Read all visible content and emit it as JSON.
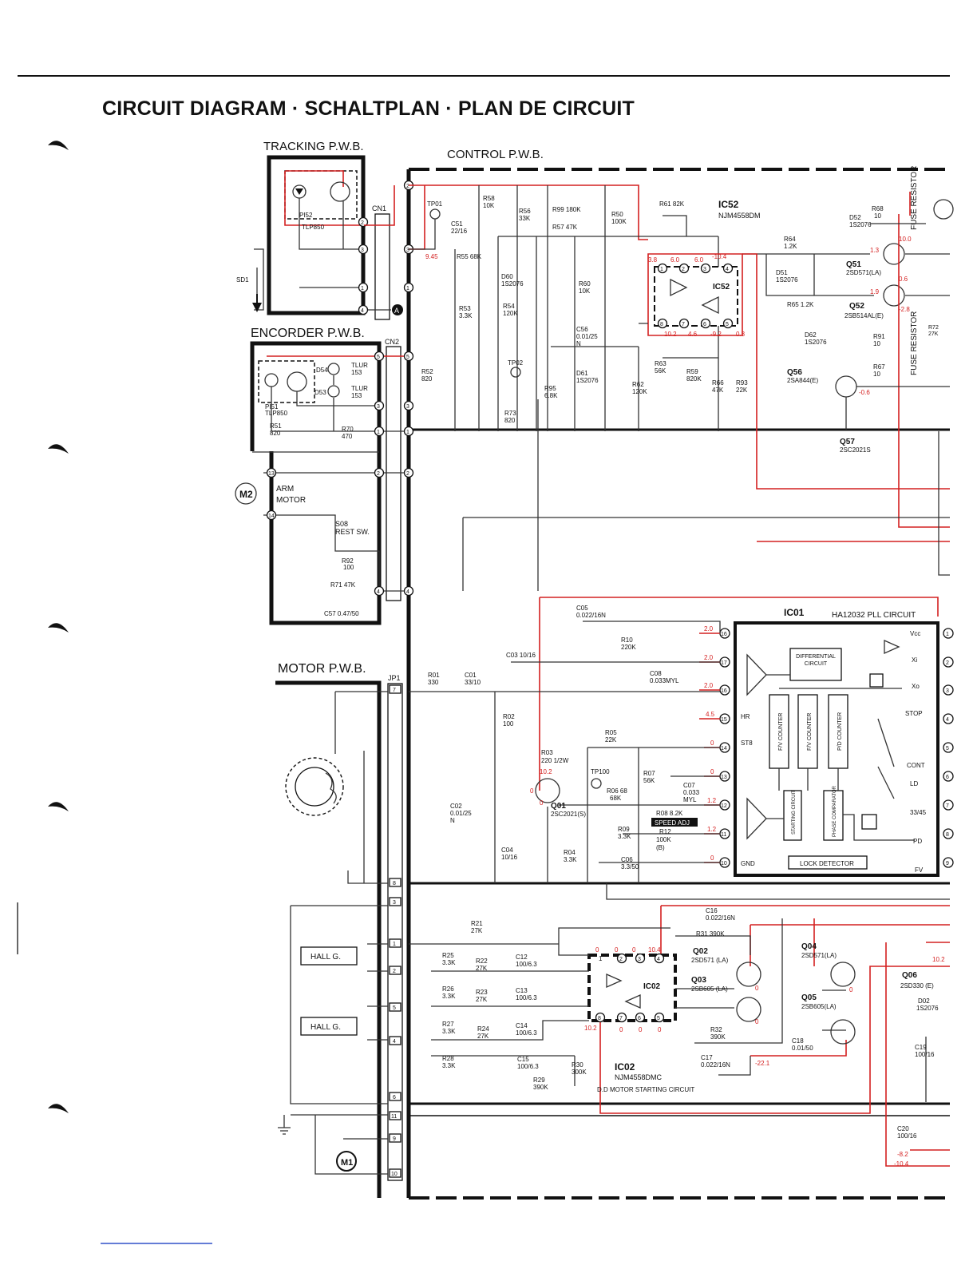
{
  "title": "CIRCUIT DIAGRAM · SCHALTPLAN · PLAN DE CIRCUIT",
  "boards": {
    "tracking": "TRACKING P.W.B.",
    "control": "CONTROL P.W.B.",
    "encoder": "ENCORDER P.W.B.",
    "motor": "MOTOR P.W.B."
  },
  "connectors": {
    "cn1": "CN1",
    "cn2": "CN2",
    "jp1": "JP1",
    "marker_a": "A"
  },
  "ics": {
    "ic52": {
      "ref": "IC52",
      "part": "NJM4558DM",
      "inner": "IC52"
    },
    "ic01": {
      "ref": "IC01",
      "part": "HA12032 PLL CIRCUIT",
      "blocks": [
        "DIFFERENTIAL CIRCUIT",
        "F/V COUNTER",
        "F/V COUNTER",
        "P/D COUNTER",
        "STARTING CIRCUIT",
        "PHASE COMPARATOR",
        "LOCK DETECTOR"
      ],
      "pin_labels": [
        "Vcc",
        "Xi",
        "Xo",
        "STOP",
        "CONT",
        "LD",
        "33/45",
        "PD",
        "FV",
        "HR",
        "ST8",
        "GND"
      ]
    },
    "ic02": {
      "ref": "IC02",
      "part": "NJM4558DMC",
      "desc": "D.D MOTOR STARTING CIRCUIT",
      "inner": "IC02"
    }
  },
  "transistors": [
    {
      "ref": "Q51",
      "part": "2SD571(LA)"
    },
    {
      "ref": "Q52",
      "part": "2SB514AL(E)"
    },
    {
      "ref": "Q56",
      "part": "2SA844(E)"
    },
    {
      "ref": "Q57",
      "part": "2SC2021S"
    },
    {
      "ref": "Q01",
      "part": "2SC2021(S)"
    },
    {
      "ref": "Q02",
      "part": "2SD571 (LA)"
    },
    {
      "ref": "Q03",
      "part": "2SB605 (LA)"
    },
    {
      "ref": "Q04",
      "part": "2SD571(LA)"
    },
    {
      "ref": "Q05",
      "part": "2SB605(LA)"
    },
    {
      "ref": "Q06",
      "part": "2SD330 (E)"
    }
  ],
  "parts": {
    "pi52": [
      "PI52",
      "TLP850"
    ],
    "pi51": [
      "PI51",
      "TLP850"
    ],
    "d54": [
      "D54",
      "TLUR",
      "153"
    ],
    "d53": [
      "D53",
      "TLUR",
      "153"
    ],
    "r51": [
      "R51",
      "820"
    ],
    "r70": [
      "R70",
      "470"
    ],
    "sd1": "SD1",
    "m2": "M2",
    "arm_motor": [
      "ARM",
      "MOTOR"
    ],
    "s08": [
      "S08",
      "REST SW."
    ],
    "r92": [
      "R92",
      "100"
    ],
    "r71": "R71 47K",
    "c57": "C57 0.47/50",
    "tp01": "TP01",
    "r58": [
      "R58",
      "10K"
    ],
    "c51": [
      "C51",
      "22/16"
    ],
    "r56": [
      "R56",
      "33K"
    ],
    "r99": "R99 180K",
    "r57": "R57 47K",
    "r50": [
      "R50",
      "100K"
    ],
    "r55": "R55 68K",
    "d60": [
      "D60",
      "1S2076"
    ],
    "r53": [
      "R53",
      "3.3K"
    ],
    "r54": [
      "R54",
      "120K"
    ],
    "r60": [
      "R60",
      "10K"
    ],
    "c56": [
      "C56",
      "0.01/25",
      "N"
    ],
    "r52": [
      "R52",
      "820"
    ],
    "tp02": "TP02",
    "r95": [
      "R95",
      "6.8K"
    ],
    "r73": [
      "R73",
      "820"
    ],
    "d61": [
      "D61",
      "1S2076"
    ],
    "r62": [
      "R62",
      "120K"
    ],
    "r61": "R61 82K",
    "r64": [
      "R64",
      "1.2K"
    ],
    "d51": [
      "D51",
      "1S2076"
    ],
    "r65": "R65 1.2K",
    "r63": [
      "R63",
      "56K"
    ],
    "r59": [
      "R59",
      "820K"
    ],
    "r66": [
      "R66",
      "47K"
    ],
    "r93": [
      "R93",
      "22K"
    ],
    "d62": [
      "D62",
      "1S2076"
    ],
    "d52": [
      "D52",
      "1S2076"
    ],
    "r68": [
      "R68",
      "10"
    ],
    "r91": [
      "R91",
      "10"
    ],
    "r67": [
      "R67",
      "10"
    ],
    "r72": [
      "R72",
      "27K"
    ],
    "fuse_resistor": "FUSE RESISTOR",
    "c05": [
      "C05",
      "0.022/16N"
    ],
    "r10": [
      "R10",
      "220K"
    ],
    "c03": "C03 10/16",
    "c08": [
      "C08",
      "0.033MYL"
    ],
    "r01": [
      "R01",
      "330"
    ],
    "c01": [
      "C01",
      "33/10"
    ],
    "r02": [
      "R02",
      "100"
    ],
    "r05": [
      "R05",
      "22K"
    ],
    "r03": [
      "R03",
      "220 1/2W"
    ],
    "tp100": "TP100",
    "r07": [
      "R07",
      "56K"
    ],
    "c07": [
      "C07",
      "0.033",
      "MYL"
    ],
    "r06": [
      "R06 68",
      "68K"
    ],
    "r08": "R08 8.2K",
    "speed_adj": "SPEED ADJ",
    "r09": [
      "R09",
      "3.3K"
    ],
    "r12": [
      "R12",
      "100K",
      "(B)"
    ],
    "c02": [
      "C02",
      "0.01/25",
      "N"
    ],
    "c04": [
      "C04",
      "10/16"
    ],
    "r04": [
      "R04",
      "3.3K"
    ],
    "c06": [
      "C06",
      "3.3/50"
    ],
    "hall1": "HALL G.",
    "hall2": "HALL G.",
    "m1": "M1",
    "r21": [
      "R21",
      "27K"
    ],
    "r25": [
      "R25",
      "3.3K"
    ],
    "r22": [
      "R22",
      "27K"
    ],
    "c12": [
      "C12",
      "100/6.3"
    ],
    "r26": [
      "R26",
      "3.3K"
    ],
    "r23": [
      "R23",
      "27K"
    ],
    "c13": [
      "C13",
      "100/6.3"
    ],
    "r27": [
      "R27",
      "3.3K"
    ],
    "r24": [
      "R24",
      "27K"
    ],
    "c14": [
      "C14",
      "100/6.3"
    ],
    "r28": [
      "R28",
      "3.3K"
    ],
    "c15": [
      "C15",
      "100/6.3"
    ],
    "r29": [
      "R29",
      "390K"
    ],
    "r30": [
      "R30",
      "300K"
    ],
    "c16": [
      "C16",
      "0.022/16N"
    ],
    "r31": "R31 390K",
    "r32": [
      "R32",
      "390K"
    ],
    "c17": [
      "C17",
      "0.022/16N"
    ],
    "c18": [
      "C18",
      "0.01/50"
    ],
    "c19": [
      "C19",
      "100/16"
    ],
    "c20": [
      "C20",
      "100/16"
    ],
    "d02": [
      "D02",
      "1S2076"
    ]
  },
  "voltages": {
    "v945": "9.45",
    "ic52_top": [
      "3.8",
      "6.0",
      "6.0",
      "-10.4"
    ],
    "ic52_bot": [
      "10.2",
      "4.6",
      "-9.2",
      "0.3"
    ],
    "v13": "1.3",
    "v100": "10.0",
    "v06a": "0.6",
    "v19": "1.9",
    "v28": "-2.8",
    "v06b": "-0.6",
    "ic01_left": [
      "2.0",
      "2.0",
      "2.0",
      "4.5",
      "0",
      "0",
      "1.2",
      "1.2",
      "0"
    ],
    "q01_v": [
      "10.2",
      "0",
      "0"
    ],
    "ic02_top": [
      "0",
      "0",
      "0",
      "10.4"
    ],
    "ic02_bot": [
      "10.2",
      "0",
      "0",
      "0"
    ],
    "q03_v": [
      "0",
      "0"
    ],
    "q05_v": "0",
    "v221": "-22.1",
    "v102": "10.2",
    "v82": "-8.2",
    "v104": "-10.4"
  }
}
